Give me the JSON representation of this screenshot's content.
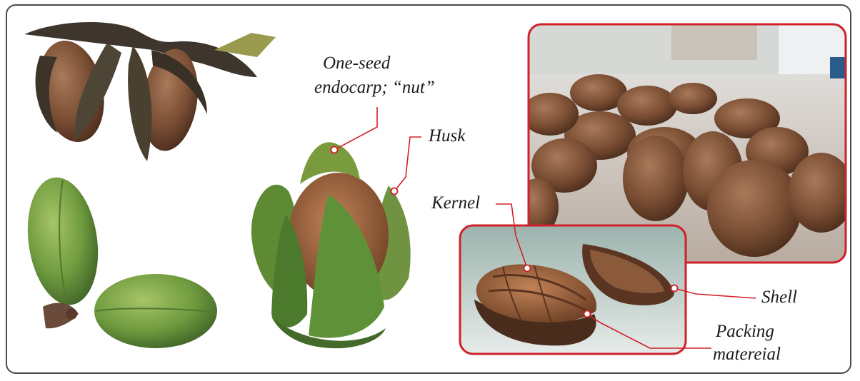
{
  "labels": {
    "nut_line1": "One-seed",
    "nut_line2": "endocarp; “nut”",
    "husk": "Husk",
    "kernel": "Kernel",
    "shell": "Shell",
    "packing_line1": "Packing",
    "packing_line2": "matereial"
  },
  "colors": {
    "frame": "#4a4a4a",
    "callout": "#d0202a",
    "inset_border": "#d0202a"
  }
}
